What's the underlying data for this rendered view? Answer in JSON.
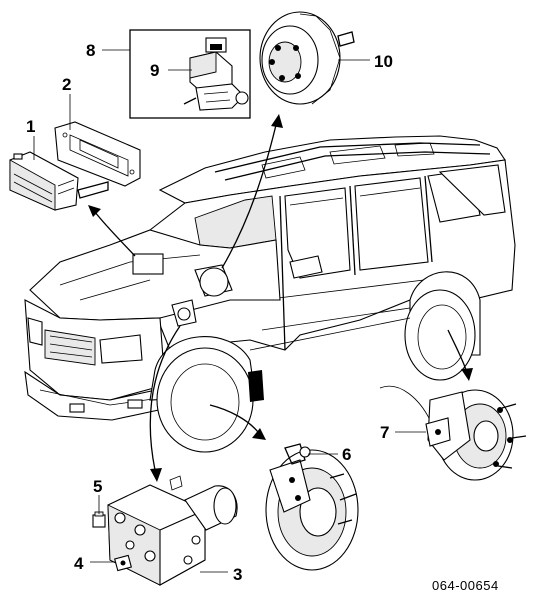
{
  "callouts": {
    "c1": "1",
    "c2": "2",
    "c3": "3",
    "c4": "4",
    "c5": "5",
    "c6": "6",
    "c7": "7",
    "c8": "8",
    "c9": "9",
    "c10": "10"
  },
  "reference_code": "064-00654"
}
